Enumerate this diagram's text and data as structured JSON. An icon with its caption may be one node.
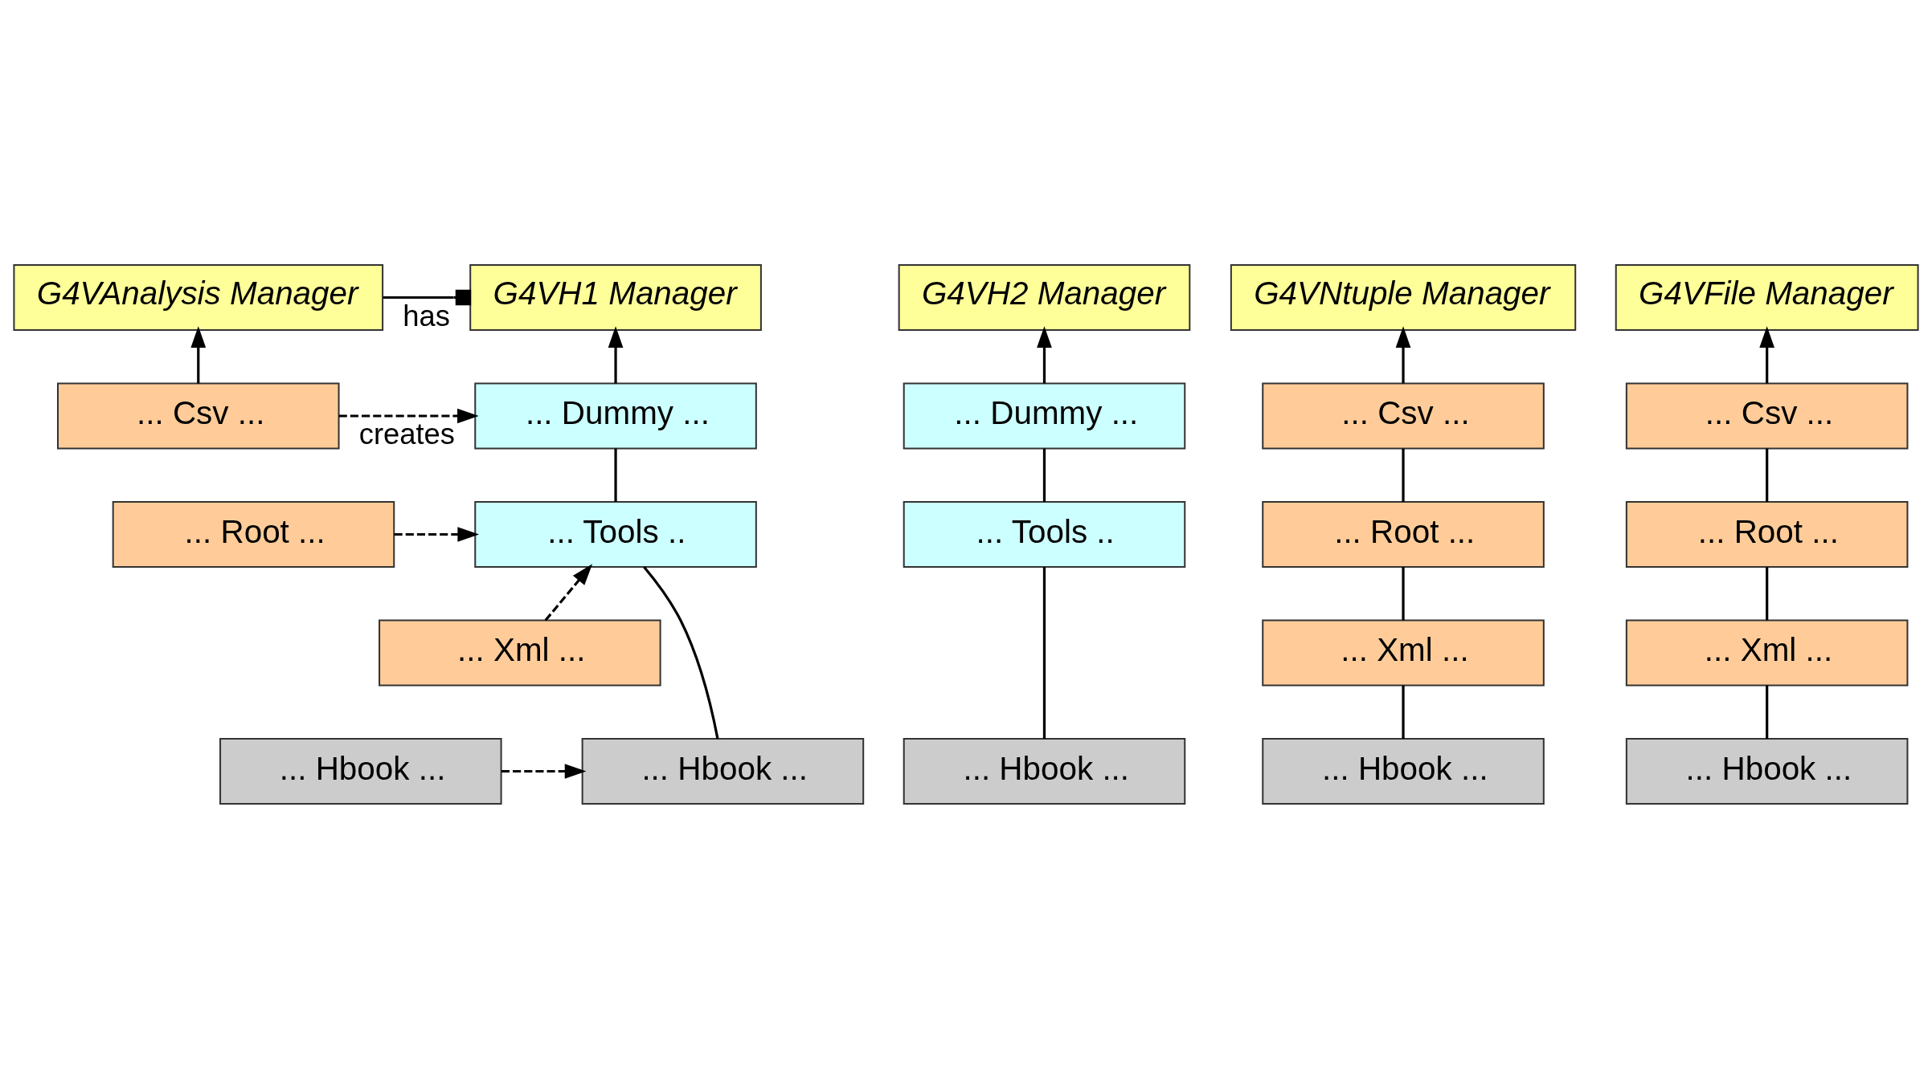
{
  "diagram": {
    "nodes": [
      {
        "text": [
          "G4VAnalysis Manager"
        ]
      },
      {
        "text": [
          "G4VH1 Manager"
        ]
      },
      {
        "text": [
          "G4VH2 Manager"
        ]
      },
      {
        "text": [
          "G4VNtuple Manager"
        ]
      },
      {
        "text": [
          "G4VFile Manager"
        ]
      },
      {
        "text": [
          "... Csv ..."
        ]
      },
      {
        "text": [
          "... Root ..."
        ]
      },
      {
        "text": [
          "... Xml ..."
        ]
      },
      {
        "text": [
          "... Hbook ..."
        ]
      },
      {
        "text": [
          "... Dummy ..."
        ]
      },
      {
        "text": [
          "... Tools .."
        ]
      },
      {
        "text": [
          "... Hbook ..."
        ]
      },
      {
        "text": [
          "... Dummy ..."
        ]
      },
      {
        "text": [
          "... Tools .."
        ]
      },
      {
        "text": [
          "... Hbook ..."
        ]
      },
      {
        "text": [
          "... Csv ..."
        ]
      },
      {
        "text": [
          "... Root ..."
        ]
      },
      {
        "text": [
          "... Xml ..."
        ]
      },
      {
        "text": [
          "... Hbook ..."
        ]
      },
      {
        "text": [
          "... Csv ..."
        ]
      },
      {
        "text": [
          "... Root ..."
        ]
      },
      {
        "text": [
          "... Xml ..."
        ]
      },
      {
        "text": [
          "... Hbook ..."
        ]
      }
    ],
    "edges": [
      {
        "from": 5,
        "to": 0,
        "arrow": "to"
      },
      {
        "from": 0,
        "to": 1,
        "arrow": "other",
        "label": "has"
      },
      {
        "from": 5,
        "to": 9,
        "arrow": "to",
        "style": "dashed",
        "label": "creates"
      },
      {
        "from": 6,
        "to": 10,
        "arrow": "to",
        "style": "dashed"
      },
      {
        "from": 7,
        "to": 10,
        "arrow": "to",
        "style": "dashed"
      },
      {
        "from": 8,
        "to": 11,
        "arrow": "to",
        "style": "dashed"
      },
      {
        "from": 9,
        "to": 1,
        "arrow": "to"
      },
      {
        "from": 10,
        "to": 9,
        "arrow": "none"
      },
      {
        "from": 11,
        "to": 10,
        "arrow": "none"
      },
      {
        "from": 12,
        "to": 2,
        "arrow": "to"
      },
      {
        "from": 13,
        "to": 12,
        "arrow": "none"
      },
      {
        "from": 14,
        "to": 13,
        "arrow": "none"
      },
      {
        "from": 15,
        "to": 3,
        "arrow": "to"
      },
      {
        "from": 16,
        "to": 15,
        "arrow": "none"
      },
      {
        "from": 17,
        "to": 16,
        "arrow": "none"
      },
      {
        "from": 18,
        "to": 17,
        "arrow": "none"
      },
      {
        "from": 19,
        "to": 4,
        "arrow": "to"
      },
      {
        "from": 20,
        "to": 19,
        "arrow": "none"
      },
      {
        "from": 21,
        "to": 20,
        "arrow": "none"
      },
      {
        "from": 22,
        "to": 21,
        "arrow": "none"
      }
    ]
  }
}
